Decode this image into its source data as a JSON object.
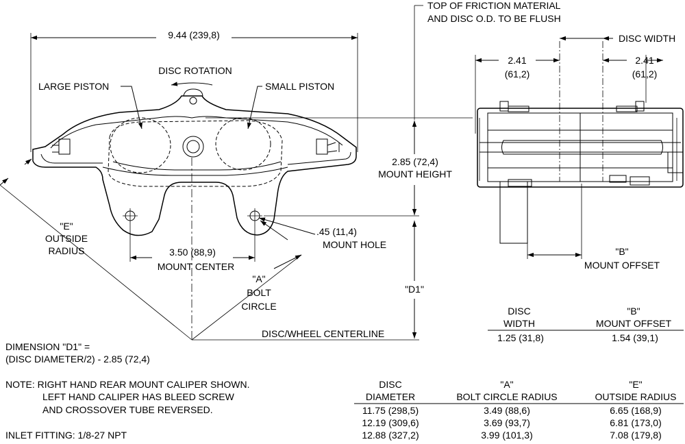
{
  "labels": {
    "overall_width": "9.44 (239,8)",
    "disc_rotation": "DISC ROTATION",
    "large_piston": "LARGE PISTON",
    "small_piston": "SMALL PISTON",
    "top_friction_1": "TOP OF FRICTION MATERIAL",
    "top_friction_2": "AND DISC O.D. TO BE FLUSH",
    "disc_width": "DISC WIDTH",
    "left_241_1": "2.41",
    "left_241_2": "(61,2)",
    "right_241_1": "2.41",
    "right_241_2": "(61,2)",
    "mount_height_1": "2.85 (72,4)",
    "mount_height_2": "MOUNT HEIGHT",
    "e_outside_1": "\"E\"",
    "e_outside_2": "OUTSIDE",
    "e_outside_3": "RADIUS",
    "mount_hole_1": ".45 (11,4)",
    "mount_hole_2": "MOUNT HOLE",
    "mount_center_1": "3.50 (88,9)",
    "mount_center_2": "MOUNT CENTER",
    "b_offset_1": "\"B\"",
    "b_offset_2": "MOUNT OFFSET",
    "a_bolt_1": "\"A\"",
    "a_bolt_2": "BOLT",
    "a_bolt_3": "CIRCLE",
    "d1": "\"D1\"",
    "centerline": "DISC/WHEEL CENTERLINE",
    "dim_d1_1": "DIMENSION \"D1\" =",
    "dim_d1_2": "(DISC DIAMETER/2) - 2.85 (72,4)",
    "note_1": "NOTE: RIGHT HAND REAR MOUNT CALIPER SHOWN.",
    "note_2": "LEFT HAND CALIPER HAS BLEED SCREW",
    "note_3": "AND CROSSOVER TUBE REVERSED.",
    "inlet": "INLET FITTING: 1/8-27 NPT"
  },
  "table_b": {
    "headers": [
      [
        "DISC",
        "WIDTH"
      ],
      [
        "\"B\"",
        "MOUNT OFFSET"
      ]
    ],
    "rows": [
      [
        "1.25  (31,8)",
        "1.54  (39,1)"
      ]
    ]
  },
  "table_main": {
    "headers": [
      [
        "DISC",
        "DIAMETER"
      ],
      [
        "\"A\"",
        "BOLT CIRCLE RADIUS"
      ],
      [
        "\"E\"",
        "OUTSIDE RADIUS"
      ]
    ],
    "rows": [
      [
        "11.75  (298,5)",
        "3.49     (88,6)",
        "6.65  (168,9)"
      ],
      [
        "12.19  (309,6)",
        "3.69     (93,7)",
        "6.81  (173,0)"
      ],
      [
        "12.88  (327,2)",
        "3.99  (101,3)",
        "7.08  (179,8)"
      ]
    ]
  }
}
